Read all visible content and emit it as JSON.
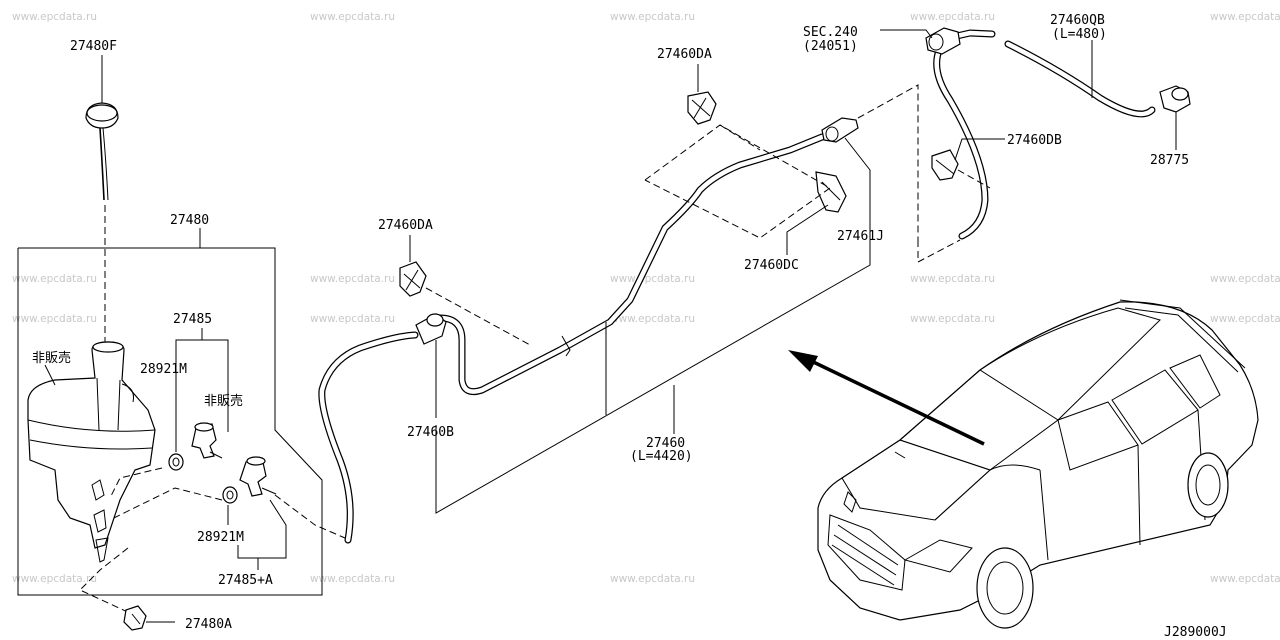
{
  "watermark": "www.epcdata.ru",
  "diagram_code": "J289000J",
  "callouts": {
    "p27480F": "27480F",
    "p27480": "27480",
    "p27485": "27485",
    "p28921M_a": "28921M",
    "not_sold_a": "非販売",
    "not_sold_b": "非販売",
    "p28921M_b": "28921M",
    "p27485A": "27485+A",
    "p27480A": "27480A",
    "p27460DA_a": "27460DA",
    "p27460DA_b": "27460DA",
    "p27460DC": "27460DC",
    "p27461J": "27461J",
    "p27460B": "27460B",
    "p27460": "27460",
    "p27460_len": "(L=4420)",
    "sec240": "SEC.240",
    "sec240_ref": "(24051)",
    "p27460QB": "27460QB",
    "p27460QB_len": "(L=480)",
    "p27460DB": "27460DB",
    "p28775": "28775"
  }
}
